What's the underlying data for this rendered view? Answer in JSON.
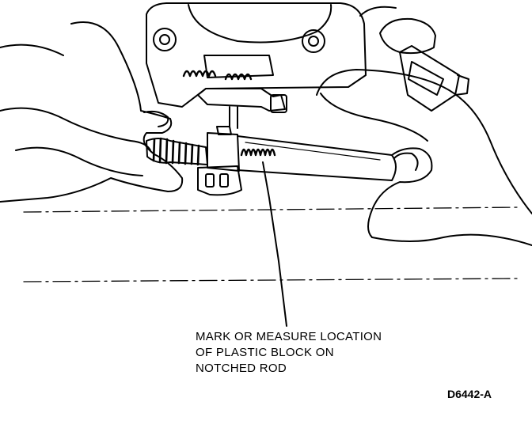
{
  "callout": {
    "lines": [
      "MARK OR MEASURE LOCATION",
      "OF PLASTIC BLOCK ON",
      "NOTCHED ROD"
    ]
  },
  "figure_code": "D6442-A",
  "colors": {
    "ink": "#000000",
    "paper": "#ffffff"
  }
}
